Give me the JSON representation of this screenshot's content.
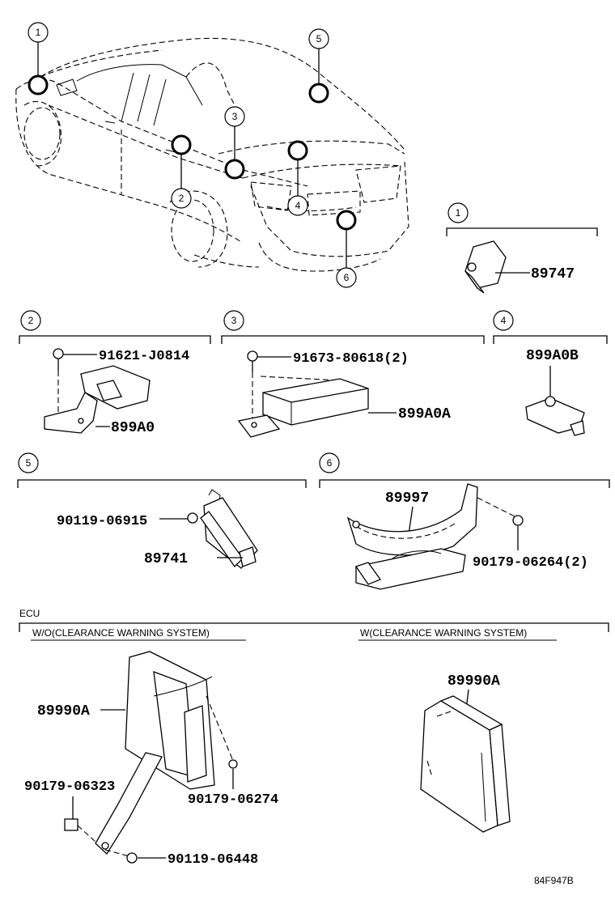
{
  "diagram": {
    "callouts": [
      "1",
      "2",
      "3",
      "4",
      "5",
      "6"
    ],
    "section1": {
      "number": "1",
      "parts": [
        "89747"
      ]
    },
    "section2": {
      "number": "2",
      "parts": [
        "91621-J0814",
        "899A0"
      ]
    },
    "section3": {
      "number": "3",
      "parts": [
        "91673-80618(2)",
        "899A0A"
      ]
    },
    "section4": {
      "number": "4",
      "parts": [
        "899A0B"
      ]
    },
    "section5": {
      "number": "5",
      "parts": [
        "90119-06915",
        "89741"
      ]
    },
    "section6": {
      "number": "6",
      "parts": [
        "89997",
        "90179-06264(2)"
      ]
    },
    "ecu": {
      "label": "ECU",
      "left_title": "W/O(CLEARANCE WARNING SYSTEM)",
      "right_title": "W(CLEARANCE WARNING SYSTEM)",
      "left_parts": [
        "89990A",
        "90179-06323",
        "90179-06274",
        "90119-06448"
      ],
      "right_parts": [
        "89990A"
      ]
    },
    "figure_code": "84F947B"
  }
}
